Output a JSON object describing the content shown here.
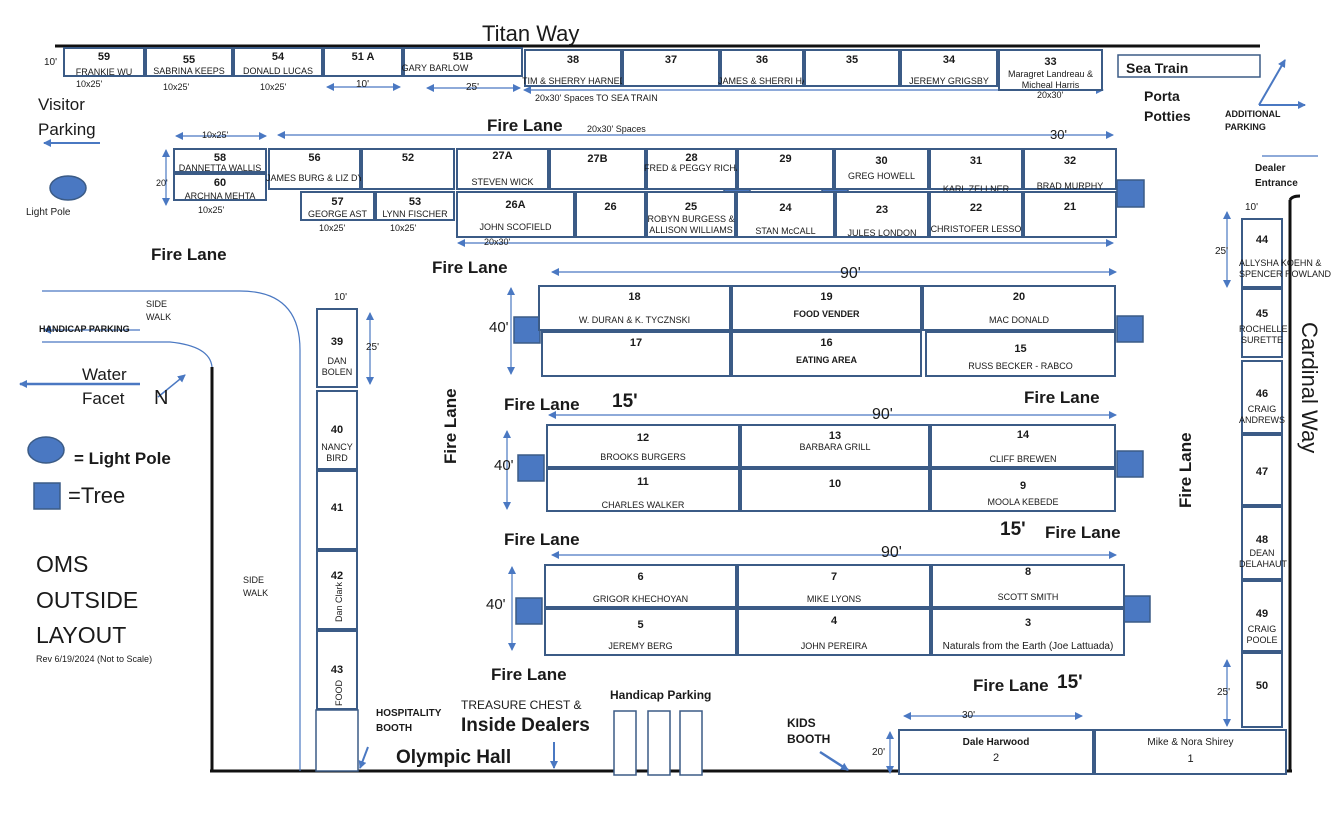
{
  "colors": {
    "outline": "#3B5B86",
    "fill_blue": "#4A78C2",
    "arrow": "#4A78C2",
    "text": "#1a1a1a"
  },
  "streets": {
    "titan": "Titan Way",
    "cardinal": "Cardinal Way"
  },
  "labels": {
    "sea_train": "Sea Train",
    "porta": "Porta",
    "potties": "Potties",
    "additional": "ADDITIONAL",
    "parking": "PARKING",
    "dealer": "Dealer",
    "entrance": "Entrance",
    "visitor": "Visitor",
    "visitor_parking": "Parking",
    "light_pole": "Light Pole",
    "handicap_left": "HANDICAP PARKING",
    "side": "SIDE",
    "walk": "WALK",
    "water": "Water",
    "facet": "Facet",
    "north": "N",
    "legend_light": "= Light Pole",
    "legend_tree": "=Tree",
    "oms": "OMS",
    "outside": "OUTSIDE",
    "layout": "LAYOUT",
    "rev": "Rev 6/19/2024 (Not to Scale)",
    "hospitality": "HOSPITALITY",
    "booth": "BOOTH",
    "treasure": "TREASURE  CHEST &",
    "inside_dealers": "Inside Dealers",
    "olympic": "Olympic Hall",
    "handicap_parking": "Handicap Parking",
    "kids": "KIDS",
    "kids_booth": "BOOTH",
    "spaces_sea_train": "20x30' Spaces TO SEA TRAIN",
    "spaces_20x30": "20x30' Spaces",
    "fire_lane": "Fire Lane"
  },
  "dims": {
    "d10": "10'",
    "d25": "25'",
    "d20": "20'",
    "d30": "30'",
    "d40": "40'",
    "d90": "90'",
    "d15": "15'",
    "d10x25": "10x25'",
    "d20x30": "20x30'",
    "d20x30p": "20x30'"
  },
  "booths": [
    {
      "n": "59",
      "name": "FRANKIE WU"
    },
    {
      "n": "55",
      "name": "SABRINA KEEPS"
    },
    {
      "n": "54",
      "name": "DONALD LUCAS"
    },
    {
      "n": "51 A",
      "name": ""
    },
    {
      "n": "51B",
      "name": "GARY BARLOW"
    },
    {
      "n": "38",
      "name": "TIM & SHERRY HARNED"
    },
    {
      "n": "37",
      "name": ""
    },
    {
      "n": "36",
      "name": "JAMES & SHERRI HARE"
    },
    {
      "n": "35",
      "name": ""
    },
    {
      "n": "34",
      "name": "JEREMY GRIGSBY"
    },
    {
      "n": "33",
      "name": "Maragret Landreau &",
      "name2": "Micheal Harris"
    },
    {
      "n": "58",
      "name": "DANNETTA WALLIS"
    },
    {
      "n": "60",
      "name": "ARCHNA MEHTA"
    },
    {
      "n": "56",
      "name": "JAMES  BURG & LIZ DYSON"
    },
    {
      "n": "52",
      "name": ""
    },
    {
      "n": "57",
      "name": "GEORGE AST"
    },
    {
      "n": "53",
      "name": "LYNN FISCHER"
    },
    {
      "n": "27A",
      "name": "STEVEN WICK"
    },
    {
      "n": "27B",
      "name": ""
    },
    {
      "n": "28",
      "name": "FRED & PEGGY RICHARD"
    },
    {
      "n": "29",
      "name": ""
    },
    {
      "n": "30",
      "name": "GREG HOWELL"
    },
    {
      "n": "31",
      "name": "KARL ZELLNER"
    },
    {
      "n": "32",
      "name": "BRAD MURPHY"
    },
    {
      "n": "26A",
      "name": "JOHN SCOFIELD"
    },
    {
      "n": "26",
      "name": ""
    },
    {
      "n": "25",
      "name": "ROBYN BURGESS &",
      "name2": "ALLISON WILLIAMS"
    },
    {
      "n": "24",
      "name": "STAN McCALL"
    },
    {
      "n": "23",
      "name": "JULES LONDON"
    },
    {
      "n": "22",
      "name": "CHRISTOFER LESSO"
    },
    {
      "n": "21",
      "name": ""
    },
    {
      "n": "18",
      "name": "W. DURAN & K. TYCZNSKI"
    },
    {
      "n": "19",
      "name": "FOOD VENDER"
    },
    {
      "n": "20",
      "name": "MAC DONALD"
    },
    {
      "n": "17",
      "name": ""
    },
    {
      "n": "16",
      "name": "EATING AREA"
    },
    {
      "n": "15",
      "name": "RUSS BECKER - RABCO"
    },
    {
      "n": "12",
      "name": "BROOKS BURGERS"
    },
    {
      "n": "13",
      "name": "BARBARA GRILL"
    },
    {
      "n": "14",
      "name": "CLIFF BREWEN"
    },
    {
      "n": "11",
      "name": "CHARLES WALKER"
    },
    {
      "n": "10",
      "name": ""
    },
    {
      "n": "9",
      "name": "MOOLA KEBEDE"
    },
    {
      "n": "6",
      "name": "GRIGOR KHECHOYAN"
    },
    {
      "n": "7",
      "name": "MIKE LYONS"
    },
    {
      "n": "8",
      "name": "SCOTT SMITH"
    },
    {
      "n": "5",
      "name": "JEREMY BERG"
    },
    {
      "n": "4",
      "name": "JOHN PEREIRA"
    },
    {
      "n": "3",
      "name": "Naturals from the Earth (Joe Lattuada)"
    },
    {
      "n": "39",
      "name": "DAN",
      "name2": "BOLEN"
    },
    {
      "n": "40",
      "name": "NANCY",
      "name2": "BIRD"
    },
    {
      "n": "41",
      "name": ""
    },
    {
      "n": "42",
      "name": "Dan Clark"
    },
    {
      "n": "43",
      "name": "FOOD"
    },
    {
      "n": "44",
      "name": "ALLYSHA KOEHN &",
      "name2": "SPENCER ROWLAND"
    },
    {
      "n": "45",
      "name": "ROCHELLE",
      "name2": "SURETTE"
    },
    {
      "n": "46",
      "name": "CRAIG",
      "name2": "ANDREWS"
    },
    {
      "n": "47",
      "name": ""
    },
    {
      "n": "48",
      "name": "DEAN",
      "name2": "DELAHAUT"
    },
    {
      "n": "49",
      "name": "CRAIG",
      "name2": "POOLE"
    },
    {
      "n": "50",
      "name": ""
    },
    {
      "n": "2",
      "name": "Dale Harwood"
    },
    {
      "n": "1",
      "name": "Mike & Nora Shirey"
    }
  ]
}
